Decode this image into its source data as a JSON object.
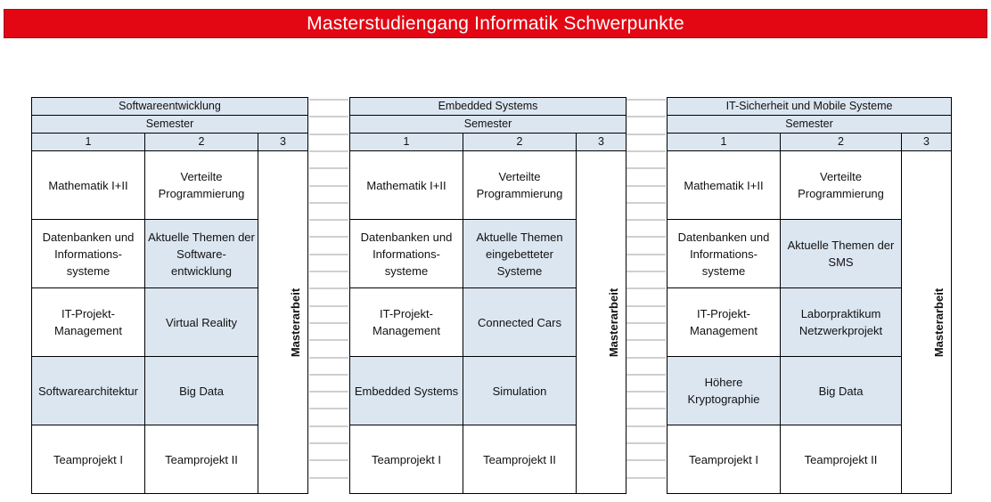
{
  "page_title": "Masterstudiengang Informatik Schwerpunkte",
  "colors": {
    "title_bar": "#e30613",
    "header_fill": "#dce6f1",
    "highlight_fill": "#dce6f1"
  },
  "blocks": [
    {
      "name": "Softwareentwicklung",
      "semester_label": "Semester",
      "semester_numbers": [
        "1",
        "2",
        "3"
      ],
      "col1": [
        "Mathematik I+II",
        "Datenbanken und Informations-systeme",
        "IT-Projekt-Management",
        "Softwarearchitektur",
        "Teamprojekt I"
      ],
      "col2": [
        "Verteilte Programmierung",
        "Aktuelle Themen der Software-entwicklung",
        "Virtual Reality",
        "Big Data",
        "Teamprojekt II"
      ],
      "col3": "Masterarbeit"
    },
    {
      "name": "Embedded Systems",
      "semester_label": "Semester",
      "semester_numbers": [
        "1",
        "2",
        "3"
      ],
      "col1": [
        "Mathematik I+II",
        "Datenbanken und Informations-systeme",
        "IT-Projekt-Management",
        "Embedded Systems",
        "Teamprojekt I"
      ],
      "col2": [
        "Verteilte Programmierung",
        "Aktuelle Themen eingebetteter Systeme",
        "Connected Cars",
        "Simulation",
        "Teamprojekt II"
      ],
      "col3": "Masterarbeit"
    },
    {
      "name": "IT-Sicherheit und Mobile Systeme",
      "semester_label": "Semester",
      "semester_numbers": [
        "1",
        "2",
        "3"
      ],
      "col1": [
        "Mathematik I+II",
        "Datenbanken und Informations-systeme",
        "IT-Projekt-Management",
        "Höhere Kryptographie",
        "Teamprojekt I"
      ],
      "col2": [
        "Verteilte Programmierung",
        "Aktuelle Themen der SMS",
        "Laborpraktikum Netzwerkprojekt",
        "Big Data",
        "Teamprojekt II"
      ],
      "col3": "Masterarbeit"
    }
  ]
}
